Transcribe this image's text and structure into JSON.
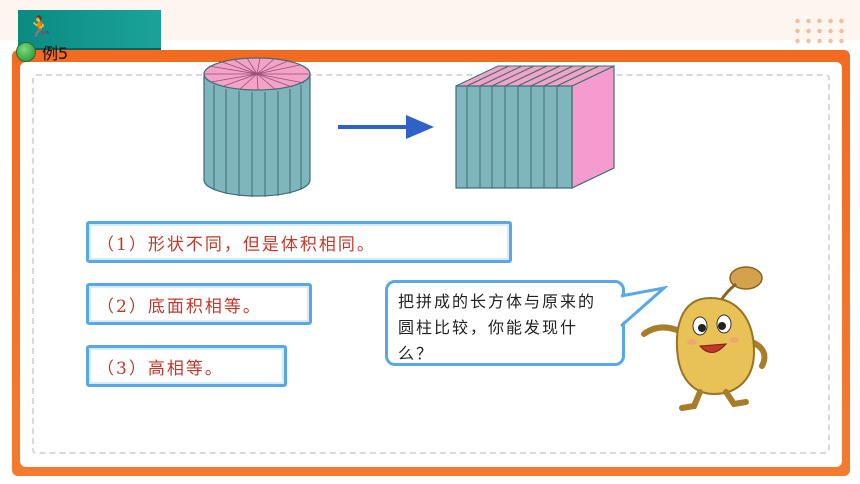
{
  "header": {
    "example_label": "例5",
    "runner_icon": "runner-icon"
  },
  "statements": [
    "（1）形状不同，但是体积相同。",
    "（2）底面积相等。",
    "（3）高相等。"
  ],
  "speech_bubble": {
    "text": "把拼成的长方体与原来的圆柱比较，你能发现什么？"
  },
  "colors": {
    "frame_orange": "#f26b21",
    "title_teal": "#0b8a82",
    "box_border": "#5aa7e6",
    "statement_text": "#c0392b",
    "cylinder_teal": "#7fb6bd",
    "cylinder_top_pink": "#f2a3c7",
    "cuboid_side_pink": "#f59bcf",
    "arrow_blue": "#2f62c9"
  }
}
